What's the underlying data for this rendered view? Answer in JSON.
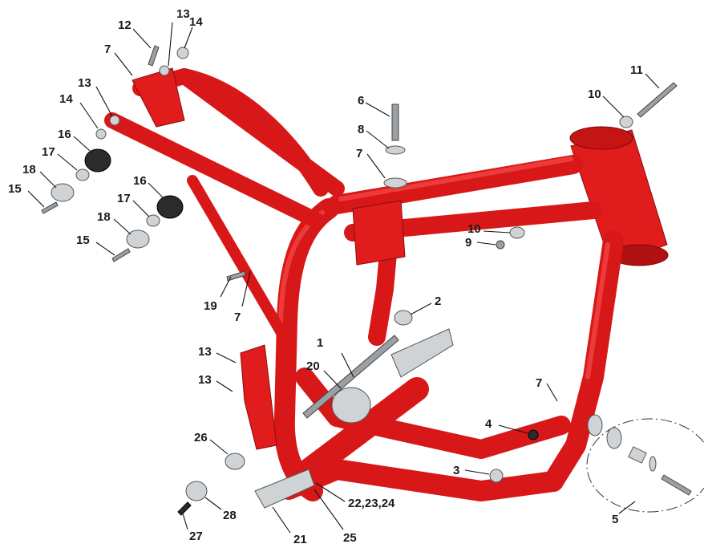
{
  "diagram": {
    "type": "exploded-parts-diagram",
    "frame_color": "#d81818",
    "callouts": [
      {
        "id": "c1",
        "label": "1"
      },
      {
        "id": "c2",
        "label": "2"
      },
      {
        "id": "c3",
        "label": "3"
      },
      {
        "id": "c4",
        "label": "4"
      },
      {
        "id": "c5",
        "label": "5"
      },
      {
        "id": "c6",
        "label": "6"
      },
      {
        "id": "c7a",
        "label": "7"
      },
      {
        "id": "c7b",
        "label": "7"
      },
      {
        "id": "c7c",
        "label": "7"
      },
      {
        "id": "c7d",
        "label": "7"
      },
      {
        "id": "c8",
        "label": "8"
      },
      {
        "id": "c9",
        "label": "9"
      },
      {
        "id": "c10a",
        "label": "10"
      },
      {
        "id": "c10b",
        "label": "10"
      },
      {
        "id": "c11",
        "label": "11"
      },
      {
        "id": "c12",
        "label": "12"
      },
      {
        "id": "c13a",
        "label": "13"
      },
      {
        "id": "c13b",
        "label": "13"
      },
      {
        "id": "c13c",
        "label": "13"
      },
      {
        "id": "c13d",
        "label": "13"
      },
      {
        "id": "c14a",
        "label": "14"
      },
      {
        "id": "c14b",
        "label": "14"
      },
      {
        "id": "c15a",
        "label": "15"
      },
      {
        "id": "c15b",
        "label": "15"
      },
      {
        "id": "c16a",
        "label": "16"
      },
      {
        "id": "c16b",
        "label": "16"
      },
      {
        "id": "c17a",
        "label": "17"
      },
      {
        "id": "c17b",
        "label": "17"
      },
      {
        "id": "c18a",
        "label": "18"
      },
      {
        "id": "c18b",
        "label": "18"
      },
      {
        "id": "c19",
        "label": "19"
      },
      {
        "id": "c20",
        "label": "20"
      },
      {
        "id": "c21",
        "label": "21"
      },
      {
        "id": "c22",
        "label": "22,23,24"
      },
      {
        "id": "c25",
        "label": "25"
      },
      {
        "id": "c26",
        "label": "26"
      },
      {
        "id": "c27",
        "label": "27"
      },
      {
        "id": "c28",
        "label": "28"
      }
    ]
  }
}
